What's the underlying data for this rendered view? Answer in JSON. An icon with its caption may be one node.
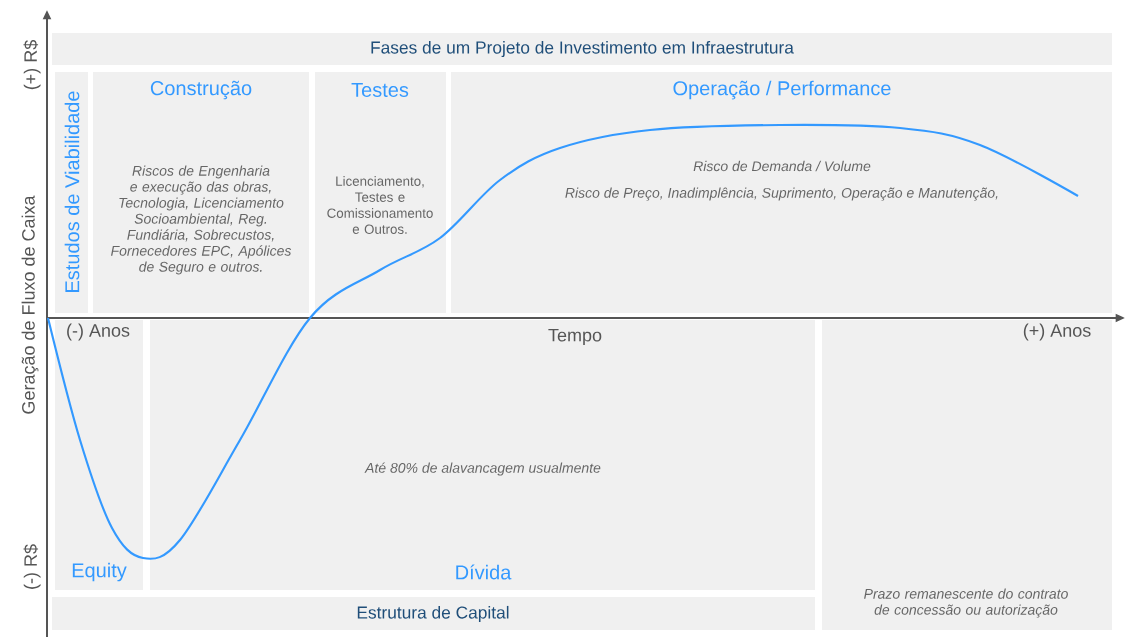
{
  "diagram": {
    "title": "Fases de um Projeto de Investimento em Infraestrutura",
    "nodes": [
      {
        "text": [
          "Estudos de Viabilidade"
        ]
      },
      {
        "text": [
          "Construção",
          "Riscos de Engenharia e execução das obras, Tecnologia, Licenciamento Socioambiental, Reg. Fundiária, Sobrecustos, Fornecedores EPC, Apólices de Seguro e outros."
        ]
      },
      {
        "text": [
          "Testes",
          "Licenciamento, Testes e Comissionamento e Outros."
        ]
      },
      {
        "text": [
          "Operação / Performance",
          "Risco de Demanda / Volume",
          "Risco de Preço, Inadimplência, Suprimento, Operação e Manutenção,"
        ]
      },
      {
        "text": [
          "Equity"
        ]
      },
      {
        "text": [
          "Até 80% de alavancagem usualmente",
          "Dívida"
        ]
      },
      {
        "text": [
          "Estrutura de Capital"
        ]
      },
      {
        "text": [
          "Prazo remanescente do contrato de concessão ou autorização"
        ]
      }
    ],
    "labels": [
      "(+) R$",
      "Geração de Fluxo de Caixa",
      "(-) R$",
      "(-) Anos",
      "Tempo",
      "(+) Anos"
    ]
  }
}
